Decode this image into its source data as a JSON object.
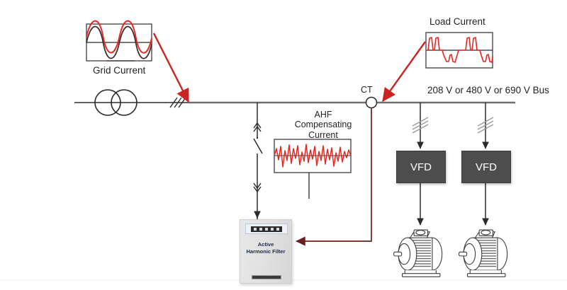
{
  "diagram": {
    "title": "Active Harmonic Filter single-line diagram",
    "colors": {
      "waveform_red": "#e8251f",
      "waveform_dark": "#3a2a28",
      "bus_line": "#6e6e6e",
      "arrow_red": "#cc2222",
      "ct_wire": "#6b2020",
      "vfd_fill": "#4d4d4d",
      "text": "#231f20",
      "ahf_label": "#1d2b4a"
    },
    "labels": {
      "grid_current": "Grid Current",
      "load_current": "Load Current",
      "ahf_compensating_current": "AHF\nCompensating\nCurrent",
      "ahf_compensating_current_line1": "AHF",
      "ahf_compensating_current_line2": "Compensating",
      "ahf_compensating_current_line3": "Current",
      "ct": "CT",
      "bus": "208 V or 480 V or 690 V Bus",
      "ahf_cabinet_line1": "Active",
      "ahf_cabinet_line2": "Harmonic Filter"
    },
    "vfds": [
      {
        "label": "VFD"
      },
      {
        "label": "VFD"
      }
    ],
    "motors": [
      {
        "name": "motor"
      },
      {
        "name": "motor"
      }
    ],
    "waveforms": {
      "grid_current": {
        "description": "two overlapping sinusoids, red leading and dark trailing",
        "type": "sine",
        "cycles": 2,
        "traces": [
          "red",
          "dark"
        ]
      },
      "load_current": {
        "description": "six-pulse rectifier current, double-humped camel-back pulses",
        "type": "distorted-pulse",
        "cycles": 2,
        "traces": [
          "red"
        ]
      },
      "ahf_compensating_current": {
        "description": "high frequency harmonic injection current",
        "type": "harmonic",
        "traces": [
          "red"
        ]
      }
    },
    "annotations": {
      "grid_arrow": "red arrow from Grid Current box to the transformer secondary",
      "load_arrow": "red arrow from Load Current box to the bus",
      "ct_feedback": "dark red signal wire from CT to Active Harmonic Filter",
      "ahf_injection": "vertical tie with up and down arrows and disconnect switch"
    }
  },
  "chart_data": [
    {
      "type": "line",
      "title": "Grid Current",
      "series": [
        {
          "name": "red",
          "shape": "sine",
          "cycles": 2,
          "amplitude": 1.0,
          "phase": 0.0
        },
        {
          "name": "dark",
          "shape": "sine",
          "cycles": 2,
          "amplitude": 0.85,
          "phase": 0.35
        }
      ],
      "grid": false,
      "legend": "none"
    },
    {
      "type": "line",
      "title": "Load Current",
      "series": [
        {
          "name": "red",
          "shape": "six-pulse-rectifier",
          "cycles": 2,
          "amplitude": 1.0
        }
      ],
      "grid": false,
      "legend": "none"
    },
    {
      "type": "line",
      "title": "AHF Compensating Current",
      "series": [
        {
          "name": "red",
          "shape": "harmonic-injection",
          "cycles": 9,
          "amplitude": 1.0
        }
      ],
      "grid": false,
      "legend": "none"
    }
  ]
}
